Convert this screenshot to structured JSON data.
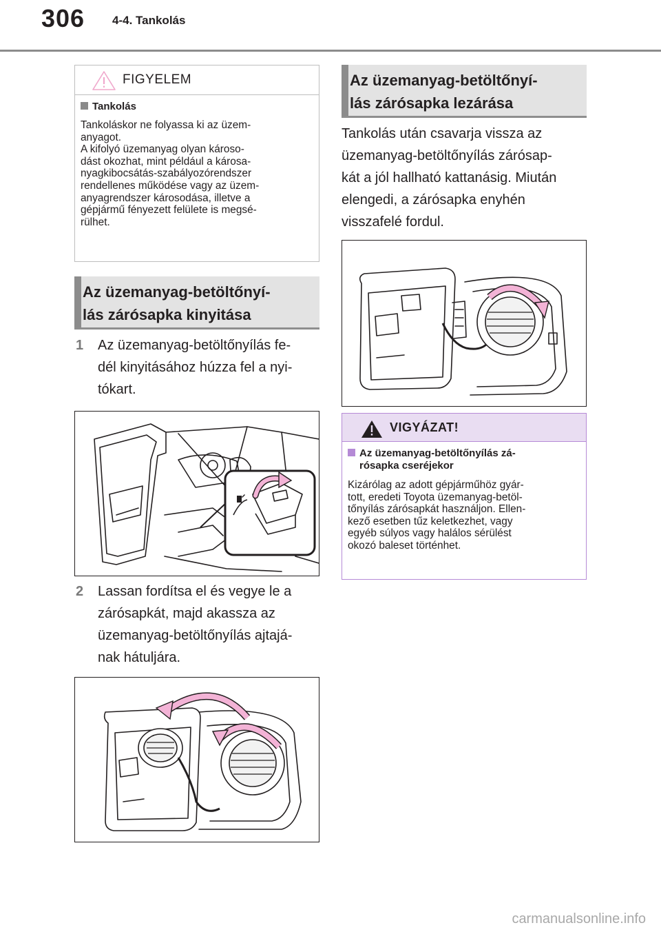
{
  "header": {
    "page_number": "306",
    "section": "4-4. Tankolás"
  },
  "warning": {
    "label": "FIGYELEM",
    "subheading": "Tankolás",
    "lines": [
      "Tankoláskor ne folyassa ki az üzem-",
      "anyagot.",
      "A kifolyó üzemanyag olyan károso-",
      "dást okozhat, mint például a károsa-",
      "nyagkibocsátás-szabályozórendszer",
      "rendellenes működése vagy az üzem-",
      "anyagrendszer károsodása, illetve a",
      "gépjármű fényezett felülete is megsé-",
      "rülhet."
    ]
  },
  "open_section": {
    "heading_lines": [
      "Az üzemanyag-betöltőnyí-",
      "lás zárósapka kinyitása"
    ],
    "step1": {
      "num": "1",
      "lines": [
        "Az üzemanyag-betöltőnyílás fe-",
        "dél kinyitásához húzza fel a nyi-",
        "tókart."
      ]
    },
    "step2": {
      "num": "2",
      "lines": [
        "Lassan fordítsa el és vegye le a",
        "zárósapkát, majd akassza az",
        "üzemanyag-betöltőnyílás ajtajá-",
        "nak hátuljára."
      ]
    }
  },
  "close_section": {
    "heading_lines": [
      "Az üzemanyag-betöltőnyí-",
      "lás zárósapka lezárása"
    ],
    "text_lines": [
      "Tankolás után csavarja vissza az",
      "üzemanyag-betöltőnyílás zárósap-",
      "kát a jól hallható kattanásig. Miután",
      "elengedi, a zárósapka enyhén",
      "visszafelé fordul."
    ]
  },
  "caution": {
    "label": "VIGYÁZAT!",
    "subheading_lines": [
      "Az üzemanyag-betöltőnyílás zá-",
      "rósapka cseréjekor"
    ],
    "lines": [
      "Kizárólag az adott gépjárműhöz gyár-",
      "tott, eredeti Toyota üzemanyag-betöl-",
      "tőnyílás zárósapkát használjon. Ellen-",
      "kező esetben tűz keletkezhet, vagy",
      "egyéb súlyos vagy halálos sérülést",
      "okozó baleset történhet."
    ]
  },
  "watermark": "carmanualsonline.info",
  "colors": {
    "caution_accent": "#b58ad6",
    "pink_arrow": "#f3b3d6",
    "section_bar": "#8c8c8c"
  }
}
